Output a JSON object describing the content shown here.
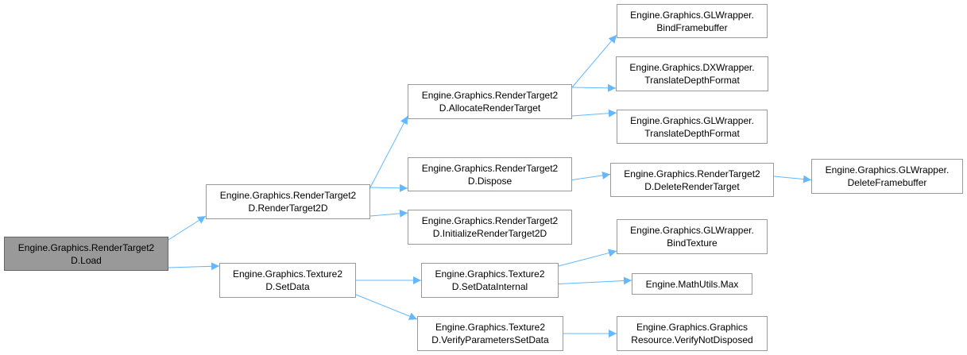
{
  "colors": {
    "edge": "#63b8ff",
    "root_fill": "#999999",
    "border": "#999999"
  },
  "nodes": [
    {
      "id": "load",
      "lines": [
        "Engine.Graphics.RenderTarget2",
        "D.Load"
      ],
      "root": true
    },
    {
      "id": "rt2d",
      "lines": [
        "Engine.Graphics.RenderTarget2",
        "D.RenderTarget2D"
      ]
    },
    {
      "id": "setdata",
      "lines": [
        "Engine.Graphics.Texture2",
        "D.SetData"
      ]
    },
    {
      "id": "alloc",
      "lines": [
        "Engine.Graphics.RenderTarget2",
        "D.AllocateRenderTarget"
      ]
    },
    {
      "id": "dispose",
      "lines": [
        "Engine.Graphics.RenderTarget2",
        "D.Dispose"
      ]
    },
    {
      "id": "init",
      "lines": [
        "Engine.Graphics.RenderTarget2",
        "D.InitializeRenderTarget2D"
      ]
    },
    {
      "id": "setdataint",
      "lines": [
        "Engine.Graphics.Texture2",
        "D.SetDataInternal"
      ]
    },
    {
      "id": "verify",
      "lines": [
        "Engine.Graphics.Texture2",
        "D.VerifyParametersSetData"
      ]
    },
    {
      "id": "bindfb",
      "lines": [
        "Engine.Graphics.GLWrapper.",
        "BindFramebuffer"
      ]
    },
    {
      "id": "dxtdf",
      "lines": [
        "Engine.Graphics.DXWrapper.",
        "TranslateDepthFormat"
      ]
    },
    {
      "id": "gltdf",
      "lines": [
        "Engine.Graphics.GLWrapper.",
        "TranslateDepthFormat"
      ]
    },
    {
      "id": "delrt",
      "lines": [
        "Engine.Graphics.RenderTarget2",
        "D.DeleteRenderTarget"
      ]
    },
    {
      "id": "delfb",
      "lines": [
        "Engine.Graphics.GLWrapper.",
        "DeleteFramebuffer"
      ]
    },
    {
      "id": "bindtex",
      "lines": [
        "Engine.Graphics.GLWrapper.",
        "BindTexture"
      ]
    },
    {
      "id": "max",
      "lines": [
        "Engine.MathUtils.Max"
      ]
    },
    {
      "id": "notdisp",
      "lines": [
        "Engine.Graphics.Graphics",
        "Resource.VerifyNotDisposed"
      ]
    }
  ],
  "edges": [
    [
      "load",
      "rt2d"
    ],
    [
      "load",
      "setdata"
    ],
    [
      "rt2d",
      "alloc"
    ],
    [
      "rt2d",
      "dispose"
    ],
    [
      "rt2d",
      "init"
    ],
    [
      "alloc",
      "bindfb"
    ],
    [
      "alloc",
      "dxtdf"
    ],
    [
      "alloc",
      "gltdf"
    ],
    [
      "dispose",
      "delrt"
    ],
    [
      "delrt",
      "delfb"
    ],
    [
      "setdata",
      "setdataint"
    ],
    [
      "setdata",
      "verify"
    ],
    [
      "setdataint",
      "bindtex"
    ],
    [
      "setdataint",
      "max"
    ],
    [
      "verify",
      "notdisp"
    ]
  ]
}
